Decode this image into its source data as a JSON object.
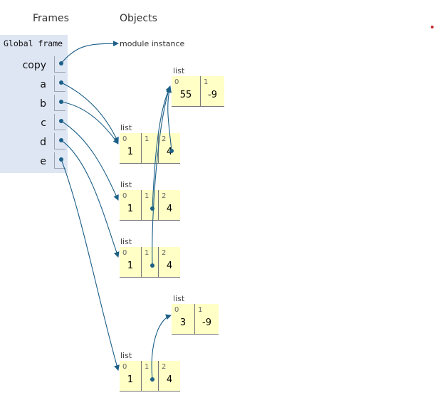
{
  "headers": {
    "frames": "Frames",
    "objects": "Objects"
  },
  "global_frame": {
    "title": "Global frame",
    "vars": [
      "copy",
      "a",
      "b",
      "c",
      "d",
      "e"
    ]
  },
  "module_label": "module instance",
  "lists": {
    "top": {
      "label": "list",
      "cells": [
        {
          "i": "0",
          "v": "55"
        },
        {
          "i": "1",
          "v": "-9"
        }
      ]
    },
    "a": {
      "label": "list",
      "cells": [
        {
          "i": "0",
          "v": "1"
        },
        {
          "i": "1",
          "v": ""
        },
        {
          "i": "2",
          "v": "4"
        }
      ]
    },
    "c": {
      "label": "list",
      "cells": [
        {
          "i": "0",
          "v": "1"
        },
        {
          "i": "1",
          "v": ""
        },
        {
          "i": "2",
          "v": "4"
        }
      ]
    },
    "d": {
      "label": "list",
      "cells": [
        {
          "i": "0",
          "v": "1"
        },
        {
          "i": "1",
          "v": ""
        },
        {
          "i": "2",
          "v": "4"
        }
      ]
    },
    "small": {
      "label": "list",
      "cells": [
        {
          "i": "0",
          "v": "3"
        },
        {
          "i": "1",
          "v": "-9"
        }
      ]
    },
    "e": {
      "label": "list",
      "cells": [
        {
          "i": "0",
          "v": "1"
        },
        {
          "i": "1",
          "v": ""
        },
        {
          "i": "2",
          "v": "4"
        }
      ]
    }
  },
  "colors": {
    "arrow": "#1c5f87",
    "frame_bg": "#dee6f4",
    "heap_bg": "#ffffc6"
  }
}
